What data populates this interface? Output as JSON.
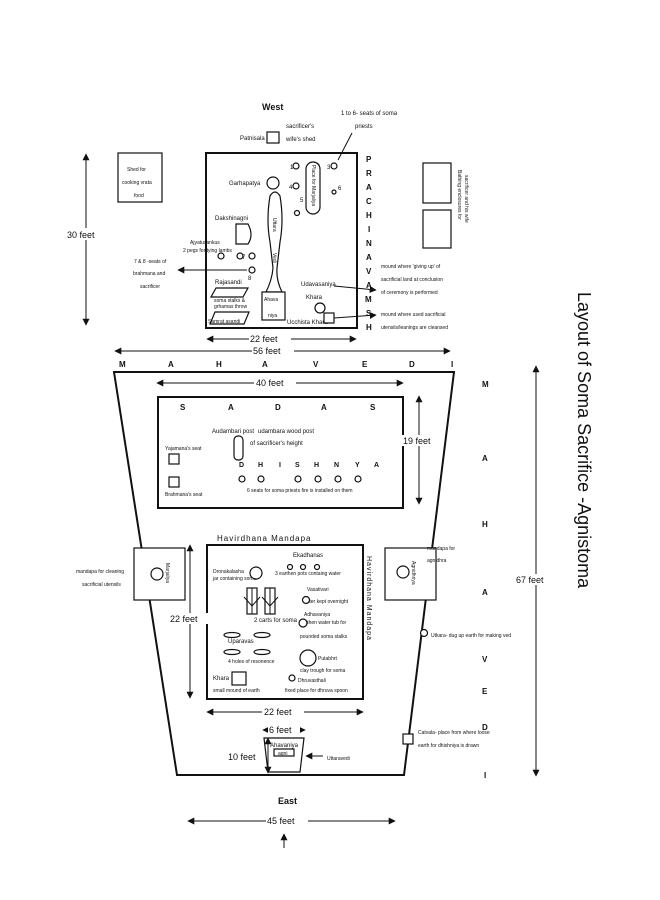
{
  "title": "Layout of Soma Sacrifice -Agnistoma",
  "direction_west": "West",
  "direction_east": "East",
  "top": {
    "soma_seats_note_1": "1 to 6- seats of soma",
    "soma_seats_note_2": "priests",
    "sacrificer_shed_1": "sacrificer's",
    "sacrificer_shed_2": "wife's shed",
    "patnisala": "Patnisala",
    "shed_1": "Shed for",
    "shed_2": "cooking vrata",
    "shed_3": "food",
    "dim_30": "30 feet",
    "garhapatya": "Garhapatya",
    "place_marjaliya": "Place for Marjaliya",
    "dakshinagni": "Dakshinagni",
    "ajyatusanku_1": "Ajyatusankus",
    "ajyatusanku_2": "2 pegs for tying lambs",
    "brahmana_1": "7 & 8 -seats of",
    "brahmana_2": "brahmana and",
    "brahmana_3": "sacrificer",
    "rajasandi": "Rajasandi",
    "soma_stalks_1": "soma stalks &",
    "soma_stalks_2": "grhamas throw",
    "samrat_asandi": "Samrat asandi",
    "uttara": "Uttara",
    "vedi": "Vedi",
    "ahava": "Ahava",
    "niya": "niya",
    "udavasaniya": "Udavasaniya",
    "khara": "Khara",
    "ucchista_khara": "Ucchista Khara",
    "prachinavamsa": [
      "P",
      "R",
      "A",
      "C",
      "H",
      "I",
      "N",
      "A",
      "V",
      "A",
      "M",
      "S",
      "H"
    ],
    "bathing_1": "Bathing enclosures for",
    "bathing_2": "sacrificer and his wife",
    "mound1_1": "mound where 'giving up' of",
    "mound1_2": "sacrificial land at conclusion",
    "mound1_3": "of ceremony is performed",
    "mound2_1": "mound where used sacrificial",
    "mound2_2": "utensils/leanings are cleansed",
    "num_1": "1",
    "num_2": "2",
    "num_3": "3",
    "num_4": "4",
    "num_5": "5",
    "num_6": "6",
    "num_7": "7",
    "num_8": "8",
    "dim_22": "22 feet",
    "dim_56": "56 feet"
  },
  "mahavedi": {
    "top_letters": [
      "M",
      "A",
      "H",
      "A",
      "V",
      "E",
      "D",
      "I"
    ],
    "right_letters": [
      "M",
      "A",
      "H",
      "A",
      "V",
      "E",
      "D",
      "I"
    ],
    "dim_40": "40 feet",
    "dim_67": "67 feet",
    "dim_45": "45 feet",
    "sadas_letters": [
      "S",
      "A",
      "D",
      "A",
      "S"
    ],
    "audambari_post": "Audambari post",
    "udambara_1": "udambara wood post",
    "udambara_2": "of  sacrificer's height",
    "dim_19": "19 feet",
    "yajamana_seat": "Yajamana's seat",
    "brahmana_seat": "Brahmana's seat",
    "dhishnya_letters": [
      "D",
      "H",
      "I",
      "S",
      "H",
      "N",
      "Y",
      "A"
    ],
    "six_seats": "6 seats for soma priests  fire is installed on them",
    "havirdhana_top": "Havirdhana  Mandapa",
    "havirdhana_side": "Havirdhana  Mandapa",
    "mandapa_clean_1": "mandapa for cleaning",
    "mandapa_clean_2": "sacrificial utensils",
    "marjaliya": "Marjaliya",
    "agnidhriya": "Agnidhriya",
    "mandapa_agni_1": "mandapa for",
    "mandapa_agni_2": "agnidhra",
    "ekadhanas": "Ekadhanas",
    "dronakalasha_1": "Dronakalasha",
    "dronakalasha_2": "jar containing soma",
    "three_earthen": "3 earthen pots containg  water",
    "vasativari_1": "Vasativari",
    "vasativari_2": "water kept overnight",
    "adhavaniya_1": "Adhavaniya",
    "adhavaniya_2": "earthen water tub  for",
    "adhavaniya_3": "pounded soma stalks",
    "two_carts": "2 carts for soma",
    "uparavas": "Uparavas",
    "four_holes": "4 holes of resonence",
    "putabhrt_1": "Putabhrt",
    "putabhrt_2": "clay trough for soma",
    "khara2": "Khara",
    "small_mound": "small  mound of earth",
    "dhruvasthali_1": "Dhruvasthali",
    "dhruvasthali_2": "fixed place for dhruva spoon",
    "dim_22b_left": "22 feet",
    "dim_22b_bottom": "22 feet",
    "utkara": "Utkara- dug up earth for making ved",
    "catvala_1": "Catvala- place from where loose",
    "catvala_2": "earth for dhishniya is drawn",
    "dim_6": "6 feet",
    "dim_10": "10 feet",
    "ahavaniya": "Ahavaniya",
    "ahavaniya_2": "agni",
    "uttaravedi": "Uttaravedi"
  }
}
